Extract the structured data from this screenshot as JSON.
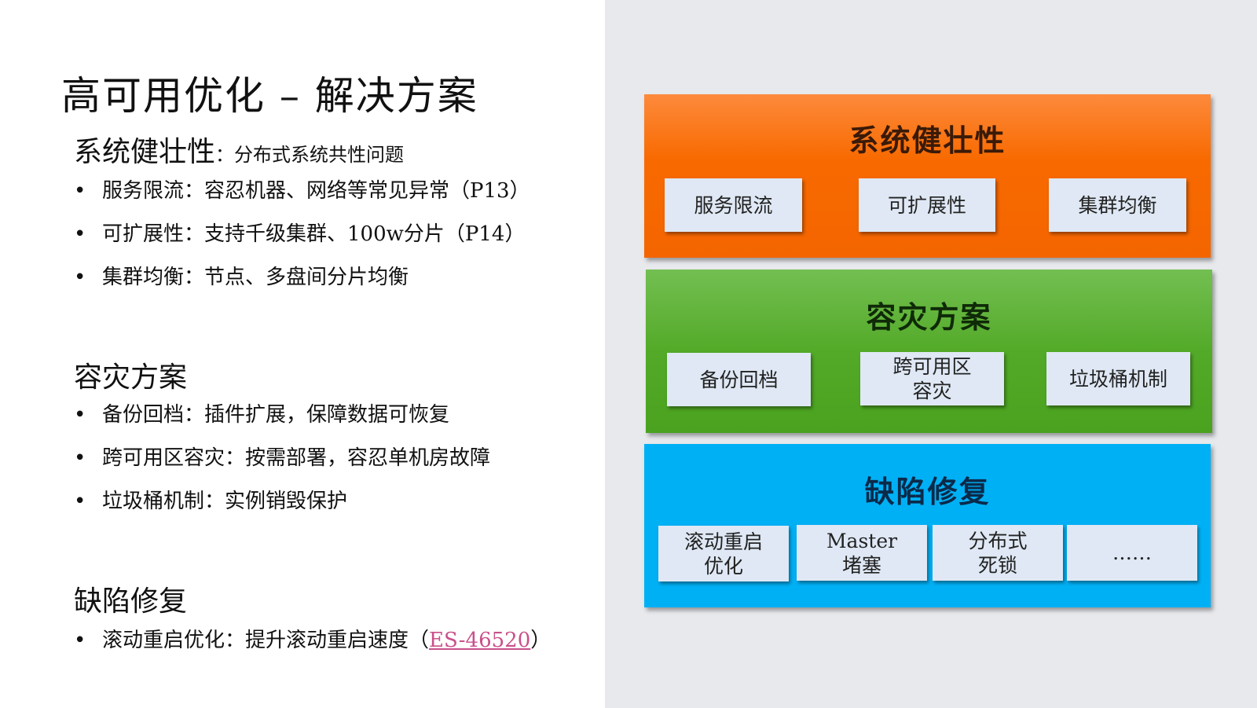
{
  "title": "高可用优化 – 解决方案",
  "left": {
    "s1": {
      "heading": "系统健壮性",
      "sub": "：分布式系统共性问题",
      "bullets": [
        "服务限流：容忍机器、网络等常见异常（P13）",
        "可扩展性：支持千级集群、100w分片（P14）",
        "集群均衡：节点、多盘间分片均衡"
      ]
    },
    "s2": {
      "heading": "容灾方案",
      "bullets": [
        "备份回档：插件扩展，保障数据可恢复",
        "跨可用区容灾：按需部署，容忍单机房故障",
        "垃圾桶机制：实例销毁保护"
      ]
    },
    "s3": {
      "heading": "缺陷修复",
      "bullet_prefix": "滚动重启优化：提升滚动重启速度（",
      "link": "ES-46520",
      "bullet_suffix": "）"
    }
  },
  "diagram": {
    "robust": {
      "title": "系统健壮性",
      "color": "#f86a00",
      "items": [
        "服务限流",
        "可扩展性",
        "集群均衡"
      ]
    },
    "dr": {
      "title": "容灾方案",
      "color": "#53aa28",
      "items": [
        "备份回档",
        "跨可用区\n容灾",
        "垃圾桶机制"
      ]
    },
    "fix": {
      "title": "缺陷修复",
      "color": "#00b0f5",
      "items": [
        "滚动重启\n优化",
        "Master\n堵塞",
        "分布式\n死锁",
        "……"
      ]
    }
  }
}
